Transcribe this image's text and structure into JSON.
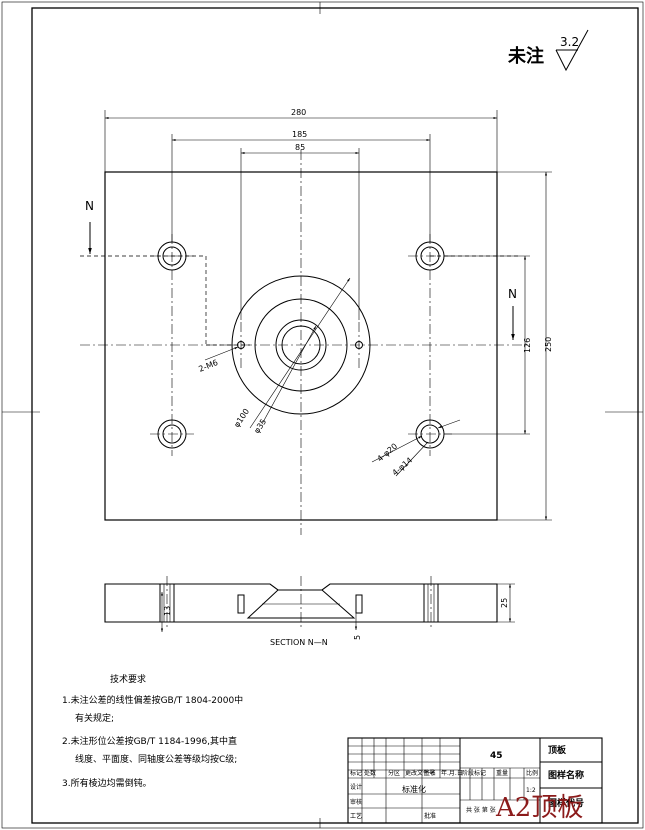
{
  "roughness": {
    "label": "未注",
    "value": "3.2"
  },
  "dims": {
    "w280": "280",
    "w185": "185",
    "w85": "85",
    "h250": "250",
    "h126": "126",
    "m6": "2-M6",
    "d100": "φ100",
    "d35": "φ35",
    "d20": "4-φ20",
    "d14": "4-φ14",
    "h25": "25",
    "h13": "13",
    "h5": "5"
  },
  "section": {
    "marker": "N",
    "label": "SECTION N—N"
  },
  "notes": {
    "title": "技术要求",
    "l1": "1.未注公差的线性偏差按GB/T 1804-2000中",
    "l1b": "有关规定;",
    "l2": "2.未注形位公差按GB/T 1184-1996,其中直",
    "l2b": "线度、平面度、同轴度公差等级均按C级;",
    "l3": "3.所有棱边均需倒钝。"
  },
  "title_block": {
    "material": "45",
    "part_name": "顶板",
    "drawing_name": "图样名称",
    "drawing_no": "图样代号",
    "hdr_mark": "标记",
    "hdr_count": "处数",
    "hdr_zone": "分区",
    "hdr_docno": "更改文件号",
    "hdr_sign": "签名",
    "hdr_date": "年.月.日",
    "hdr_stage": "阶段标记",
    "hdr_weight": "重量",
    "hdr_scale": "比例",
    "designer": "设计",
    "std": "标准化",
    "check": "审核",
    "approve": "批准",
    "craft": "工艺",
    "sheet": "共 张 第 张",
    "scale": "1:2"
  },
  "watermark": "A2顶板"
}
